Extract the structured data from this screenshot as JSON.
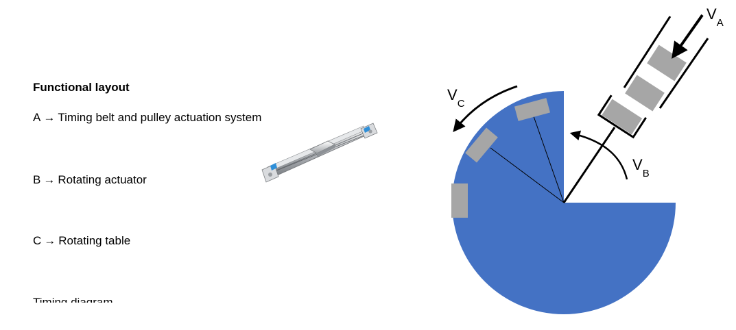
{
  "layout": {
    "heading": "Functional layout",
    "arrow_glyph": "→",
    "items": [
      {
        "letter": "A",
        "description": "Timing belt and pulley actuation system"
      },
      {
        "letter": "B",
        "description": "Rotating actuator"
      },
      {
        "letter": "C",
        "description": "Rotating table"
      }
    ],
    "cut_off_text": "Timing diagram"
  },
  "diagram": {
    "labels": {
      "va": {
        "main": "V",
        "sub": "A"
      },
      "vb": {
        "main": "V",
        "sub": "B"
      },
      "vc": {
        "main": "V",
        "sub": "C"
      }
    },
    "colors": {
      "table": "#4472C4",
      "part": "#A6A6A6",
      "line": "#000000"
    }
  },
  "images": {
    "linear_actuator": "linear-actuator-product-photo"
  }
}
